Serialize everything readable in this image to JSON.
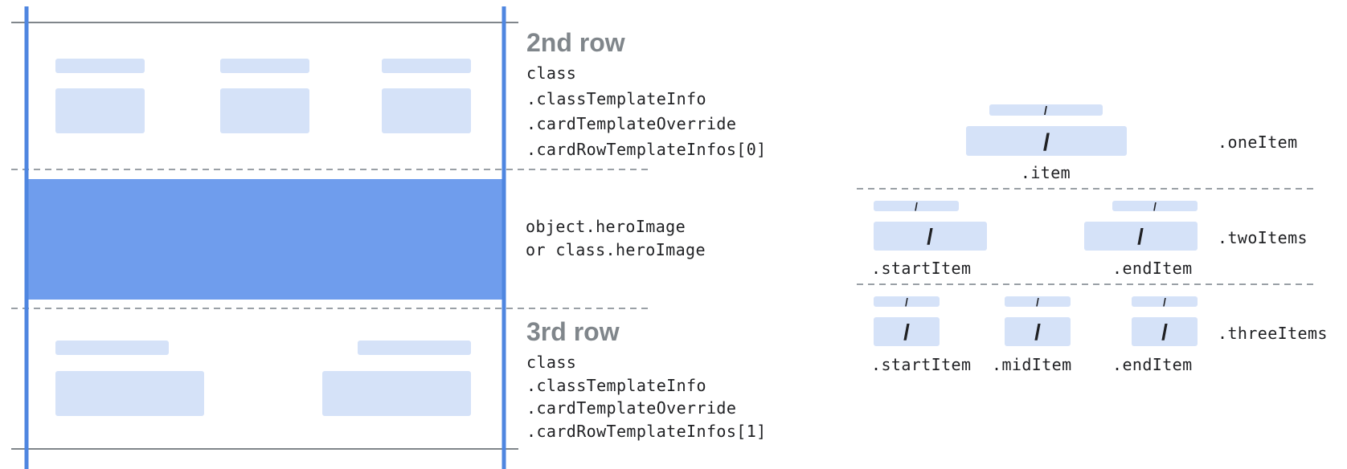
{
  "left": {
    "second_row": {
      "heading": "2nd row",
      "lines": [
        "class",
        ".classTemplateInfo",
        ".cardTemplateOverride",
        ".cardRowTemplateInfos[0]"
      ]
    },
    "hero": {
      "lines": [
        "object.heroImage",
        "or class.heroImage"
      ]
    },
    "third_row": {
      "heading": "3rd row",
      "lines": [
        "class",
        ".classTemplateInfo",
        ".cardTemplateOverride",
        ".cardRowTemplateInfos[1]"
      ]
    }
  },
  "right": {
    "one": {
      "label": ".oneItem",
      "items": [
        ".item"
      ]
    },
    "two": {
      "label": ".twoItems",
      "items": [
        ".startItem",
        ".endItem"
      ]
    },
    "three": {
      "label": ".threeItems",
      "items": [
        ".startItem",
        ".midItem",
        ".endItem"
      ]
    },
    "slash": "/"
  },
  "colors": {
    "hero": "#6f9ded",
    "border": "#4f86e0",
    "placeholder": "#d5e2f8",
    "rule": "#80868b",
    "dashed": "#9aa0a6"
  }
}
